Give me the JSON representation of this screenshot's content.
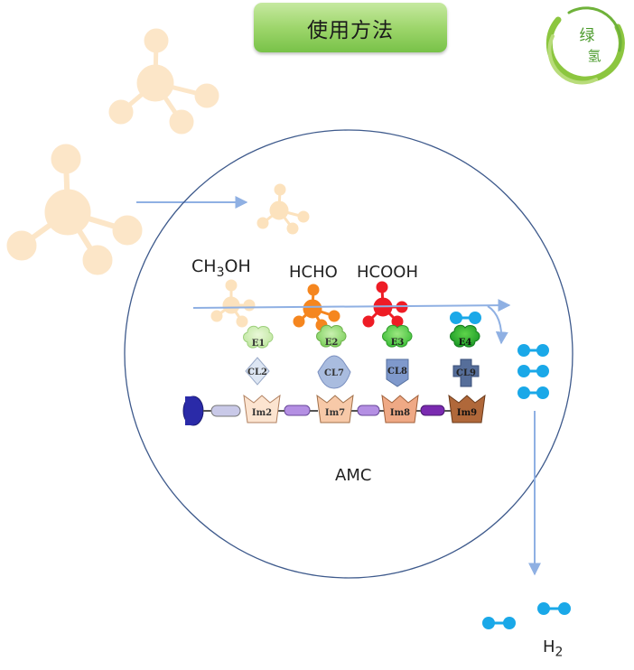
{
  "title": "使用方法",
  "logo": {
    "chars": [
      "绿",
      "氢"
    ],
    "color": "#8cc63f"
  },
  "molecules": {
    "methanol": {
      "label_main": "CH",
      "label_sub": "3",
      "label_tail": "OH",
      "color": "#ffe0b3"
    },
    "formaldehyde": {
      "label": "HCHO",
      "color": "#f5861f"
    },
    "formic_acid": {
      "label": "HCOOH",
      "color": "#ee1c25"
    },
    "hydrogen": {
      "label_main": "H",
      "label_sub": "2",
      "color": "#1aa8e8"
    }
  },
  "cell": {
    "label": "AMC"
  },
  "modules": [
    {
      "enzyme": "E1",
      "cl": "CL2",
      "im": "Im2"
    },
    {
      "enzyme": "E2",
      "cl": "CL7",
      "im": "Im7"
    },
    {
      "enzyme": "E3",
      "cl": "CL8",
      "im": "Im8"
    },
    {
      "enzyme": "E4",
      "cl": "CL9",
      "im": "Im9"
    }
  ],
  "colors": {
    "arrow": "#8fb0e3",
    "circle": "#3e5a8c",
    "anchor": "#2a2aa8",
    "linker": "#b48fe3",
    "title_bg": "#9ed66c"
  }
}
